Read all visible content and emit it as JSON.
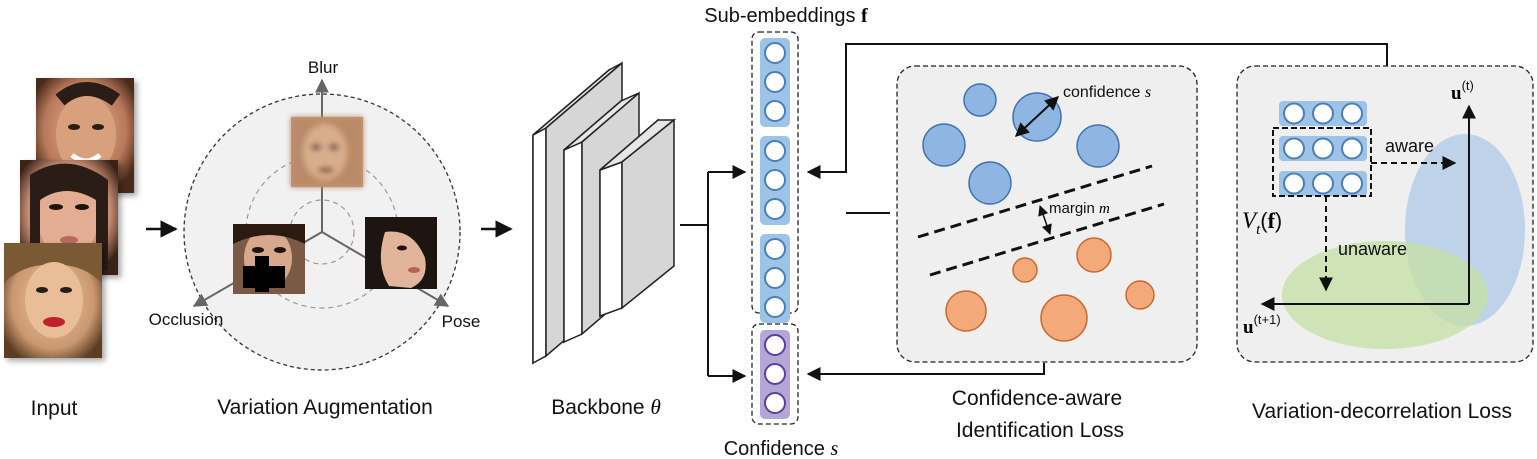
{
  "stages": {
    "input": "Input",
    "variation_augmentation": "Variation Augmentation",
    "backbone": "Backbone",
    "backbone_symbol": "θ",
    "identification_loss_line1": "Confidence-aware",
    "identification_loss_line2": "Identification Loss",
    "decorrelation_loss": "Variation-decorrelation Loss"
  },
  "augmentation_axes": {
    "blur": "Blur",
    "occlusion": "Occlusion",
    "pose": "Pose"
  },
  "sub_embeddings": {
    "label": "Sub-embeddings",
    "symbol": "f",
    "groups": 3,
    "per_group": 3
  },
  "confidence": {
    "label": "Confidence",
    "symbol": "s",
    "count": 3
  },
  "identification": {
    "confidence_label": "confidence",
    "confidence_symbol": "s",
    "margin_label": "margin",
    "margin_symbol": "m"
  },
  "decorrelation": {
    "aware": "aware",
    "unaware": "unaware",
    "u_t_base": "u",
    "u_t_sup": "(t)",
    "u_t1_base": "u",
    "u_t1_sup": "(t+1)",
    "v_base": "V",
    "v_sub": "t",
    "v_arg_open": "(",
    "v_arg": "f",
    "v_arg_close": ")"
  },
  "colors": {
    "embedding_fill": "#9dc3e6",
    "embedding_stroke": "#4a7eb8",
    "confidence_fill": "#b4a7d6",
    "confidence_stroke": "#5b3fa0",
    "blue_class": "#8fb6e3",
    "orange_class": "#f4a97a",
    "panel_bg": "#efefef"
  }
}
